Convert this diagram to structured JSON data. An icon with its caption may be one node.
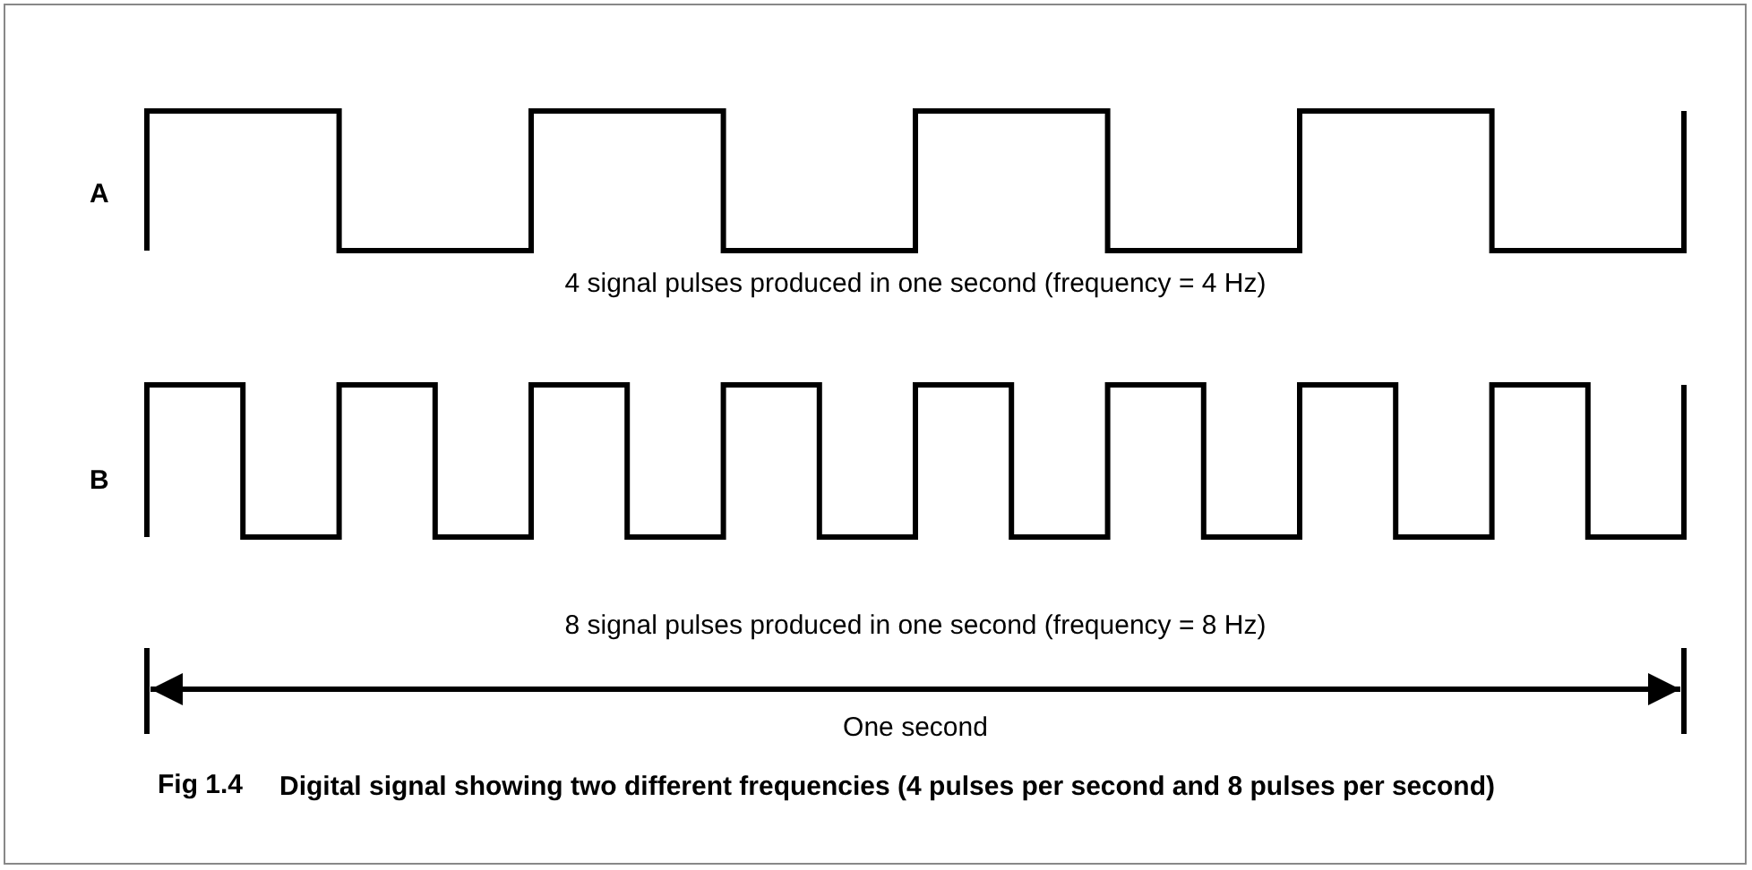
{
  "diagram": {
    "caption": "Digital signal showing two different frequencies (4 pulses per second and 8 pulses per second)",
    "labels": [
      "A",
      "4 signal pulses produced in one second (frequency = 4 Hz)",
      "B",
      "8 signal pulses produced in one second (frequency = 8 Hz)",
      "One second",
      "Fig 1.4"
    ]
  }
}
